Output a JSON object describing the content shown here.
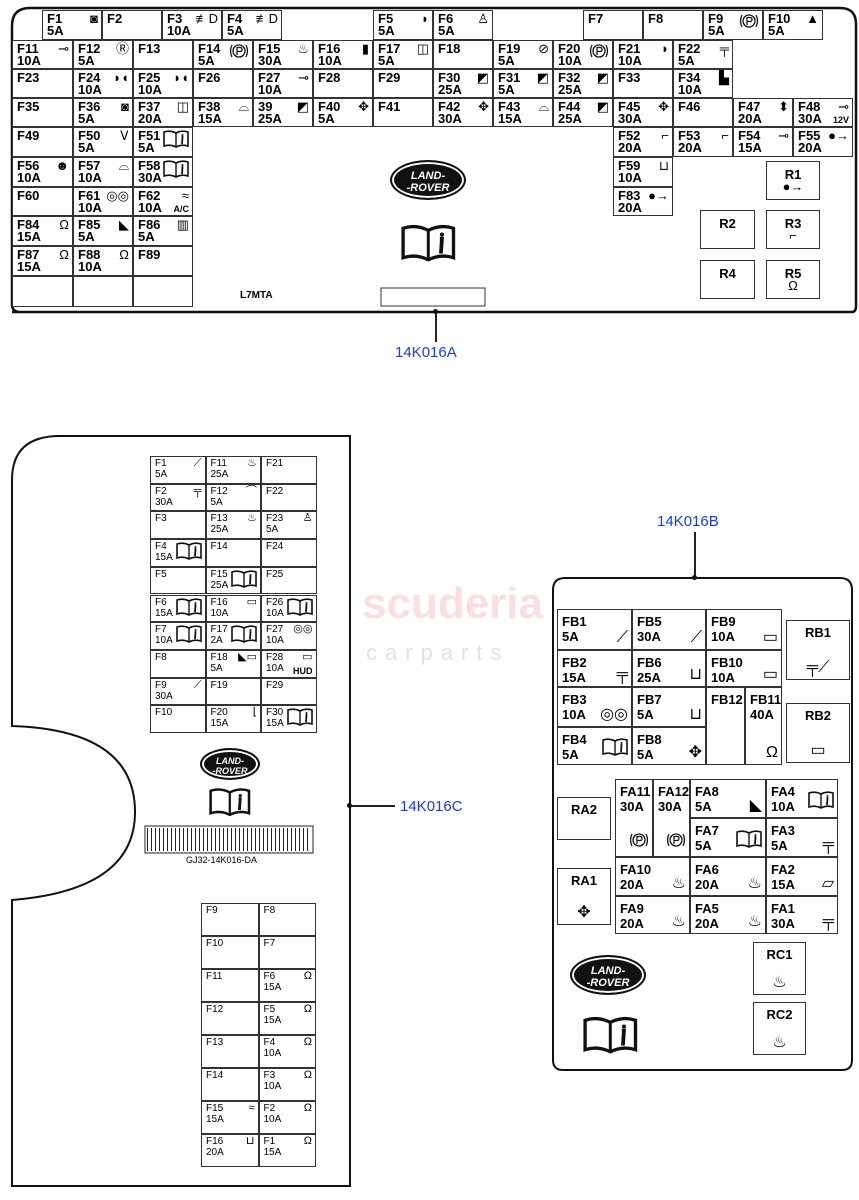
{
  "watermark": {
    "line1": "scuderia",
    "line2": "carparts"
  },
  "top": {
    "label": "14K016A",
    "code": "L7MTA",
    "fuses": [
      {
        "id": "F1",
        "amp": "5A",
        "icon": "key-fob"
      },
      {
        "id": "F2",
        "amp": "",
        "icon": ""
      },
      {
        "id": "F3",
        "amp": "10A",
        "icon": "fog-lamp"
      },
      {
        "id": "F4",
        "amp": "5A",
        "icon": "fog-lamp"
      },
      {
        "id": "F5",
        "amp": "5A",
        "icon": "headlamp-washer"
      },
      {
        "id": "F6",
        "amp": "5A",
        "icon": "seat-occupancy"
      },
      {
        "id": "F7",
        "amp": "",
        "icon": ""
      },
      {
        "id": "F8",
        "amp": "",
        "icon": ""
      },
      {
        "id": "F9",
        "amp": "5A",
        "icon": "parking-brake"
      },
      {
        "id": "F10",
        "amp": "5A",
        "icon": "vehicle-lift"
      },
      {
        "id": "F11",
        "amp": "10A",
        "icon": "trailer-lamp"
      },
      {
        "id": "F12",
        "amp": "5A",
        "icon": "rear-fog"
      },
      {
        "id": "F13",
        "amp": "",
        "icon": ""
      },
      {
        "id": "F14",
        "amp": "5A",
        "icon": "parking-brake"
      },
      {
        "id": "F15",
        "amp": "30A",
        "icon": "heated-rear-window"
      },
      {
        "id": "F16",
        "amp": "10A",
        "icon": "door"
      },
      {
        "id": "F17",
        "amp": "5A",
        "icon": "door-lock"
      },
      {
        "id": "F18",
        "amp": "",
        "icon": ""
      },
      {
        "id": "F19",
        "amp": "5A",
        "icon": "engine-off"
      },
      {
        "id": "F20",
        "amp": "10A",
        "icon": "parking-brake"
      },
      {
        "id": "F21",
        "amp": "10A",
        "icon": "multi-function"
      },
      {
        "id": "F22",
        "amp": "5A",
        "icon": "axle"
      },
      {
        "id": "F23",
        "amp": "",
        "icon": ""
      },
      {
        "id": "F24",
        "amp": "10A",
        "icon": "side-lamps"
      },
      {
        "id": "F25",
        "amp": "10A",
        "icon": "side-lamps"
      },
      {
        "id": "F26",
        "amp": "",
        "icon": ""
      },
      {
        "id": "F27",
        "amp": "10A",
        "icon": "trailer-lamps"
      },
      {
        "id": "F28",
        "amp": "",
        "icon": ""
      },
      {
        "id": "F29",
        "amp": "",
        "icon": ""
      },
      {
        "id": "F30",
        "amp": "25A",
        "icon": "power-window"
      },
      {
        "id": "F31",
        "amp": "5A",
        "icon": "power-window"
      },
      {
        "id": "F32",
        "amp": "25A",
        "icon": "power-window"
      },
      {
        "id": "F33",
        "amp": "",
        "icon": ""
      },
      {
        "id": "F34",
        "amp": "10A",
        "icon": "fuel-pump"
      },
      {
        "id": "F35",
        "amp": "",
        "icon": ""
      },
      {
        "id": "F36",
        "amp": "5A",
        "icon": "key-fob"
      },
      {
        "id": "F37",
        "amp": "20A",
        "icon": "door-lock"
      },
      {
        "id": "F38",
        "amp": "15A",
        "icon": "wiper"
      },
      {
        "id": "39",
        "amp": "25A",
        "icon": "power-window"
      },
      {
        "id": "F40",
        "amp": "5A",
        "icon": "seat-adjust"
      },
      {
        "id": "F41",
        "amp": "",
        "icon": ""
      },
      {
        "id": "F42",
        "amp": "30A",
        "icon": "seat-adjust"
      },
      {
        "id": "F43",
        "amp": "15A",
        "icon": "wiper"
      },
      {
        "id": "F44",
        "amp": "25A",
        "icon": "power-window"
      },
      {
        "id": "F45",
        "amp": "30A",
        "icon": "seat-adjust"
      },
      {
        "id": "F46",
        "amp": "",
        "icon": ""
      },
      {
        "id": "F47",
        "amp": "20A",
        "icon": "suspension"
      },
      {
        "id": "F48",
        "amp": "30A",
        "icon": "trailer-socket",
        "icon_text": "12V"
      },
      {
        "id": "F49",
        "amp": "",
        "icon": ""
      },
      {
        "id": "F50",
        "amp": "5A",
        "icon": "steering-column"
      },
      {
        "id": "F51",
        "amp": "5A",
        "icon": "info-book"
      },
      {
        "id": "F52",
        "amp": "20A",
        "icon": "tow-bar"
      },
      {
        "id": "F53",
        "amp": "20A",
        "icon": "tow-bar"
      },
      {
        "id": "F54",
        "amp": "15A",
        "icon": "trailer"
      },
      {
        "id": "F55",
        "amp": "20A",
        "icon": "connector"
      },
      {
        "id": "F56",
        "amp": "10A",
        "icon": "airbag"
      },
      {
        "id": "F57",
        "amp": "10A",
        "icon": "interior-light"
      },
      {
        "id": "F58",
        "amp": "30A",
        "icon": "info-book"
      },
      {
        "id": "F59",
        "amp": "10A",
        "icon": "vehicle"
      },
      {
        "id": "F60",
        "amp": "",
        "icon": ""
      },
      {
        "id": "F61",
        "amp": "10A",
        "icon": "instrument-cluster"
      },
      {
        "id": "F62",
        "amp": "10A",
        "icon": "climate",
        "icon_text": "A/C"
      },
      {
        "id": "F83",
        "amp": "20A",
        "icon": "connector"
      },
      {
        "id": "F84",
        "amp": "15A",
        "icon": "audio"
      },
      {
        "id": "F85",
        "amp": "5A",
        "icon": "mirror"
      },
      {
        "id": "F86",
        "amp": "5A",
        "icon": "grille"
      },
      {
        "id": "F87",
        "amp": "15A",
        "icon": "audio"
      },
      {
        "id": "F88",
        "amp": "10A",
        "icon": "audio"
      },
      {
        "id": "F89",
        "amp": "",
        "icon": ""
      }
    ],
    "relays": [
      {
        "id": "R1",
        "icon": "connector"
      },
      {
        "id": "R2",
        "icon": ""
      },
      {
        "id": "R3",
        "icon": "tow-bar"
      },
      {
        "id": "R4",
        "icon": ""
      },
      {
        "id": "R5",
        "icon": "audio"
      }
    ]
  },
  "left": {
    "label": "14K016C",
    "part_number": "GJ32-14K016-DA",
    "grid1": [
      {
        "id": "F1",
        "amp": "5A",
        "icon": "horn"
      },
      {
        "id": "F2",
        "amp": "30A",
        "icon": "axle"
      },
      {
        "id": "F3",
        "amp": "",
        "icon": ""
      },
      {
        "id": "F4",
        "amp": "15A",
        "icon": "info-book"
      },
      {
        "id": "F5",
        "amp": "",
        "icon": ""
      },
      {
        "id": "F6",
        "amp": "15A",
        "icon": "info-book"
      },
      {
        "id": "F7",
        "amp": "10A",
        "icon": "info-book"
      },
      {
        "id": "F8",
        "amp": "",
        "icon": ""
      },
      {
        "id": "F9",
        "amp": "30A",
        "icon": "horn"
      },
      {
        "id": "F10",
        "amp": "",
        "icon": ""
      },
      {
        "id": "F11",
        "amp": "25A",
        "icon": "heated-seats"
      },
      {
        "id": "F12",
        "amp": "5A",
        "icon": "wade-sensing"
      },
      {
        "id": "F13",
        "amp": "25A",
        "icon": "heated-seats"
      },
      {
        "id": "F14",
        "amp": "",
        "icon": ""
      },
      {
        "id": "F15",
        "amp": "25A",
        "icon": "info-book"
      },
      {
        "id": "F16",
        "amp": "10A",
        "icon": "camera"
      },
      {
        "id": "F17",
        "amp": "2A",
        "icon": "info-book"
      },
      {
        "id": "F18",
        "amp": "5A",
        "icon": "mirror-camera"
      },
      {
        "id": "F19",
        "amp": "",
        "icon": ""
      },
      {
        "id": "F20",
        "amp": "15A",
        "icon": "seat"
      },
      {
        "id": "F21",
        "amp": "",
        "icon": ""
      },
      {
        "id": "F22",
        "amp": "",
        "icon": ""
      },
      {
        "id": "F23",
        "amp": "5A",
        "icon": "seat-occupancy"
      },
      {
        "id": "F24",
        "amp": "",
        "icon": ""
      },
      {
        "id": "F25",
        "amp": "",
        "icon": ""
      },
      {
        "id": "F26",
        "amp": "10A",
        "icon": "info-book"
      },
      {
        "id": "F27",
        "amp": "10A",
        "icon": "instrument-cluster"
      },
      {
        "id": "F28",
        "amp": "10A",
        "icon": "head-up-display",
        "icon_text": "HUD"
      },
      {
        "id": "F29",
        "amp": "",
        "icon": ""
      },
      {
        "id": "F30",
        "amp": "15A",
        "icon": "info-book"
      }
    ],
    "grid2": [
      {
        "id": "F9",
        "amp": "",
        "icon": ""
      },
      {
        "id": "F8",
        "amp": "",
        "icon": ""
      },
      {
        "id": "F10",
        "amp": "",
        "icon": ""
      },
      {
        "id": "F7",
        "amp": "",
        "icon": ""
      },
      {
        "id": "F11",
        "amp": "",
        "icon": ""
      },
      {
        "id": "F6",
        "amp": "15A",
        "icon": "audio"
      },
      {
        "id": "F12",
        "amp": "",
        "icon": ""
      },
      {
        "id": "F5",
        "amp": "15A",
        "icon": "audio"
      },
      {
        "id": "F13",
        "amp": "",
        "icon": ""
      },
      {
        "id": "F4",
        "amp": "10A",
        "icon": "audio"
      },
      {
        "id": "F14",
        "amp": "",
        "icon": ""
      },
      {
        "id": "F3",
        "amp": "10A",
        "icon": "audio"
      },
      {
        "id": "F15",
        "amp": "15A",
        "icon": "auxiliary-heater"
      },
      {
        "id": "F2",
        "amp": "10A",
        "icon": "audio"
      },
      {
        "id": "F16",
        "amp": "20A",
        "icon": "heated-vehicle"
      },
      {
        "id": "F1",
        "amp": "15A",
        "icon": "audio"
      }
    ]
  },
  "right": {
    "label": "14K016B",
    "fb": [
      {
        "id": "FB1",
        "amp": "5A",
        "icon": "horn"
      },
      {
        "id": "FB5",
        "amp": "30A",
        "icon": "horn"
      },
      {
        "id": "FB9",
        "amp": "10A",
        "icon": "head-up-display"
      },
      {
        "id": "FB2",
        "amp": "15A",
        "icon": "axle"
      },
      {
        "id": "FB6",
        "amp": "25A",
        "icon": "vehicle"
      },
      {
        "id": "FB10",
        "amp": "10A",
        "icon": "cameras"
      },
      {
        "id": "FB3",
        "amp": "10A",
        "icon": "instrument-cluster"
      },
      {
        "id": "FB7",
        "amp": "5A",
        "icon": "heated-vehicle"
      },
      {
        "id": "FB12",
        "amp": "",
        "icon": ""
      },
      {
        "id": "FB11",
        "amp": "40A",
        "icon": "audio"
      },
      {
        "id": "FB4",
        "amp": "5A",
        "icon": "info-book"
      },
      {
        "id": "FB8",
        "amp": "5A",
        "icon": "seat-adjust"
      }
    ],
    "rb": [
      {
        "id": "RB1",
        "icon": "axle-horn"
      },
      {
        "id": "RB2",
        "icon": "cameras"
      }
    ],
    "fa": [
      {
        "id": "FA11",
        "amp": "30A",
        "icon": "parking-brake"
      },
      {
        "id": "FA12",
        "amp": "30A",
        "icon": "parking-brake"
      },
      {
        "id": "FA8",
        "amp": "5A",
        "icon": "mirror"
      },
      {
        "id": "FA4",
        "amp": "10A",
        "icon": "info-book"
      },
      {
        "id": "FA7",
        "amp": "5A",
        "icon": "info-book"
      },
      {
        "id": "FA3",
        "amp": "5A",
        "icon": "axle"
      },
      {
        "id": "FA10",
        "amp": "20A",
        "icon": "heated-seat"
      },
      {
        "id": "FA6",
        "amp": "20A",
        "icon": "heated-seats"
      },
      {
        "id": "FA2",
        "amp": "15A",
        "icon": "mirror-fold"
      },
      {
        "id": "FA9",
        "amp": "20A",
        "icon": "heated-seat"
      },
      {
        "id": "FA5",
        "amp": "20A",
        "icon": "heated-seats"
      },
      {
        "id": "FA1",
        "amp": "30A",
        "icon": "axle"
      }
    ],
    "ra": [
      {
        "id": "RA2",
        "icon": ""
      },
      {
        "id": "RA1",
        "icon": "seat-adjust"
      }
    ],
    "rc": [
      {
        "id": "RC1",
        "icon": "heated-seats"
      },
      {
        "id": "RC2",
        "icon": "heated-seat"
      }
    ]
  },
  "logo": {
    "line1": "LAND-",
    "line2": "-ROVER"
  }
}
